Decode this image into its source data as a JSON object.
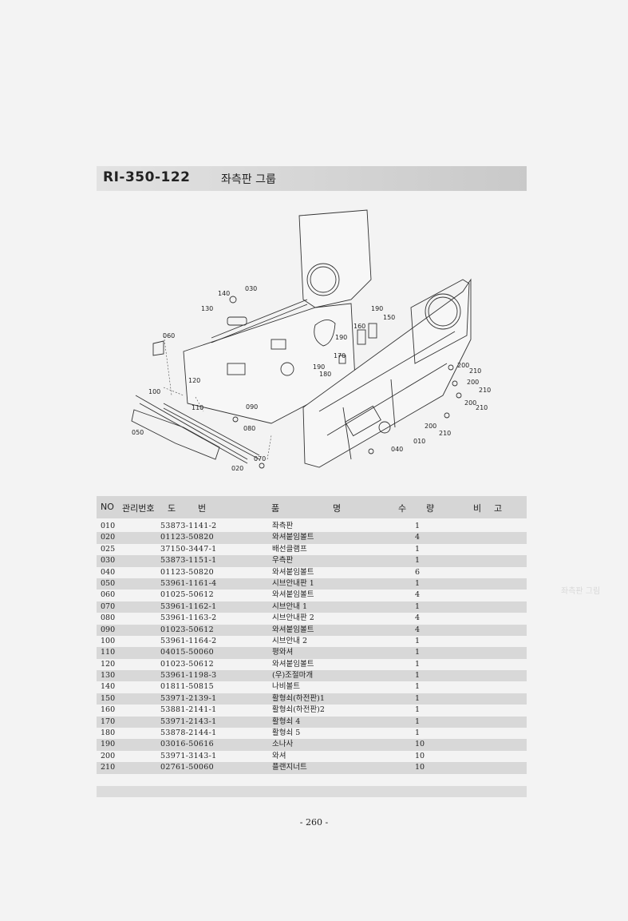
{
  "title": {
    "code": "RI-350-122",
    "name": "좌측판 그룹"
  },
  "table": {
    "headers": {
      "no": "NO",
      "mgmt": "관리번호",
      "dwg1": "도",
      "dwg2": "번",
      "name1": "품",
      "name2": "명",
      "qty1": "수",
      "qty2": "량",
      "note1": "비",
      "note2": "고"
    },
    "rows": [
      {
        "no": "010",
        "dwg": "53873-1141-2",
        "name": "좌측판",
        "qty": "1"
      },
      {
        "no": "020",
        "dwg": "01123-50820",
        "name": "와셔붙임볼트",
        "qty": "4"
      },
      {
        "no": "025",
        "dwg": "37150-3447-1",
        "name": "배선클램프",
        "qty": "1"
      },
      {
        "no": "030",
        "dwg": "53873-1151-1",
        "name": "우측판",
        "qty": "1"
      },
      {
        "no": "040",
        "dwg": "01123-50820",
        "name": "와셔붙임볼트",
        "qty": "6"
      },
      {
        "no": "050",
        "dwg": "53961-1161-4",
        "name": "시브안내판 1",
        "qty": "1"
      },
      {
        "no": "060",
        "dwg": "01025-50612",
        "name": "와셔붙임볼트",
        "qty": "4"
      },
      {
        "no": "070",
        "dwg": "53961-1162-1",
        "name": "시브안내 1",
        "qty": "1"
      },
      {
        "no": "080",
        "dwg": "53961-1163-2",
        "name": "시브안내판 2",
        "qty": "4"
      },
      {
        "no": "090",
        "dwg": "01023-50612",
        "name": "와셔붙임볼트",
        "qty": "4"
      },
      {
        "no": "100",
        "dwg": "53961-1164-2",
        "name": "시브안내 2",
        "qty": "1"
      },
      {
        "no": "110",
        "dwg": "04015-50060",
        "name": "평와셔",
        "qty": "1"
      },
      {
        "no": "120",
        "dwg": "01023-50612",
        "name": "와셔붙임볼트",
        "qty": "1"
      },
      {
        "no": "130",
        "dwg": "53961-1198-3",
        "name": "(우)조절마개",
        "qty": "1"
      },
      {
        "no": "140",
        "dwg": "01811-50815",
        "name": "나비볼트",
        "qty": "1"
      },
      {
        "no": "150",
        "dwg": "53971-2139-1",
        "name": "활형쇠(하전판)1",
        "qty": "1"
      },
      {
        "no": "160",
        "dwg": "53881-2141-1",
        "name": "활형쇠(하전판)2",
        "qty": "1"
      },
      {
        "no": "170",
        "dwg": "53971-2143-1",
        "name": "활형쇠 4",
        "qty": "1"
      },
      {
        "no": "180",
        "dwg": "53878-2144-1",
        "name": "활형쇠 5",
        "qty": "1"
      },
      {
        "no": "190",
        "dwg": "03016-50616",
        "name": "소나사",
        "qty": "10"
      },
      {
        "no": "200",
        "dwg": "53971-3143-1",
        "name": "와셔",
        "qty": "10"
      },
      {
        "no": "210",
        "dwg": "02761-50060",
        "name": "플랜지너트",
        "qty": "10"
      }
    ]
  },
  "diagram": {
    "callouts": [
      "140",
      "030",
      "130",
      "060",
      "190",
      "150",
      "160",
      "190",
      "170",
      "190",
      "180",
      "120",
      "100",
      "110",
      "090",
      "080",
      "050",
      "070",
      "020",
      "200",
      "210",
      "200",
      "210",
      "200",
      "210",
      "200",
      "210",
      "010",
      "040"
    ]
  },
  "page_number": "- 260 -",
  "ghost_text": "좌측판 그림"
}
